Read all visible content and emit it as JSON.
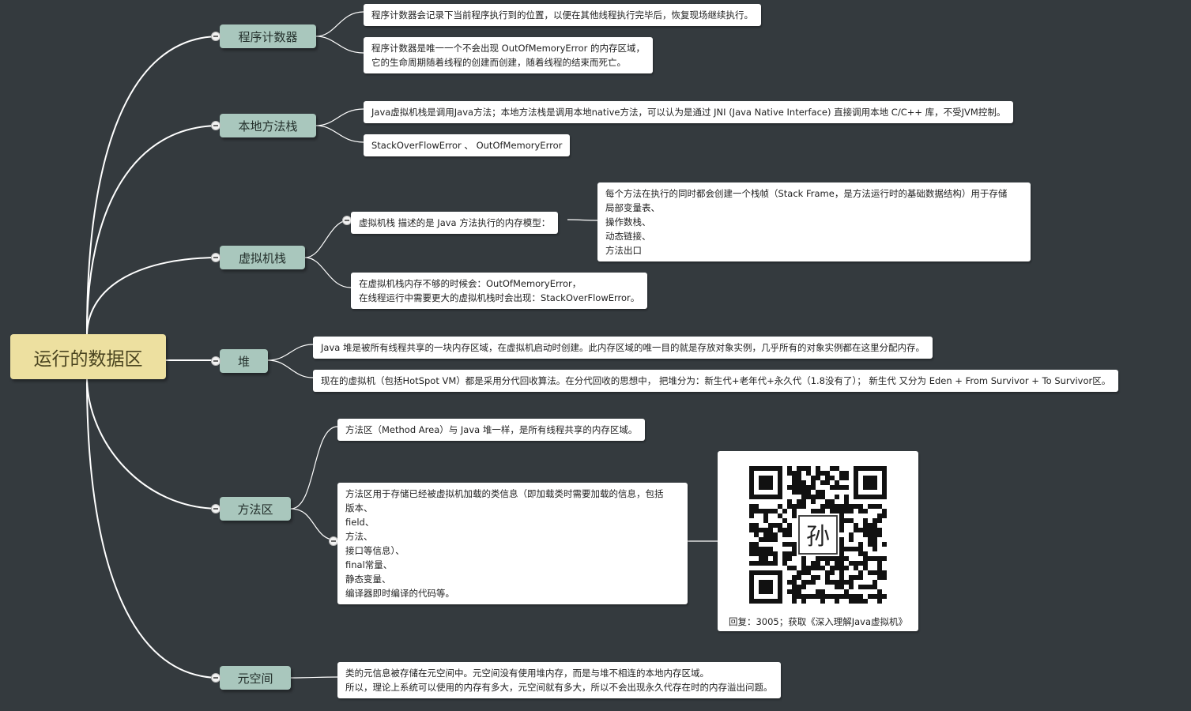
{
  "root": {
    "label": "运行的数据区"
  },
  "topics": {
    "pc": "程序计数器",
    "native": "本地方法栈",
    "vmstack": "虚拟机栈",
    "heap": "堆",
    "method": "方法区",
    "meta": "元空间"
  },
  "notes": {
    "pc_1": [
      "程序计数器会记录下当前程序执行到的位置，以便在其他线程执行完毕后，恢复现场继续执行。"
    ],
    "pc_2": [
      "程序计数器是唯一一个不会出现 OutOfMemoryError 的内存区域，",
      "它的生命周期随着线程的创建而创建，随着线程的结束而死亡。"
    ],
    "native_1": [
      "Java虚拟机栈是调用Java方法；本地方法栈是调用本地native方法，可以认为是通过 JNI (Java Native Interface) 直接调用本地 C/C++ 库，不受JVM控制。"
    ],
    "native_2": [
      " StackOverFlowError 、 OutOfMemoryError"
    ],
    "vm_1": [
      "虚拟机栈 描述的是 Java 方法执行的内存模型："
    ],
    "vm_1_child": [
      "每个方法在执行的同时都会创建一个栈帧（Stack Frame，是方法运行时的基础数据结构）用于存储",
      "局部变量表、",
      "操作数栈、",
      "动态链接、",
      "方法出口"
    ],
    "vm_2": [
      "在虚拟机栈内存不够的时候会：OutOfMemoryError，",
      "在线程运行中需要更大的虚拟机栈时会出现：StackOverFlowError。"
    ],
    "heap_1": [
      "Java 堆是被所有线程共享的一块内存区域，在虚拟机启动时创建。此内存区域的唯一目的就是存放对象实例，几乎所有的对象实例都在这里分配内存。"
    ],
    "heap_2": [
      "现在的虚拟机（包括HotSpot VM）都是采用分代回收算法。在分代回收的思想中， 把堆分为：新生代+老年代+永久代（1.8没有了）； 新生代 又分为 Eden + From Survivor + To Survivor区。"
    ],
    "method_1": [
      "方法区（Method Area）与 Java 堆一样，是所有线程共享的内存区域。"
    ],
    "method_2": [
      "方法区用于存储已经被虚拟机加载的类信息（即加载类时需要加载的信息，包括",
      "版本、",
      "field、",
      "方法、",
      "接口等信息）、",
      "final常量、",
      "静态变量、",
      "编译器即时编译的代码等。"
    ],
    "meta_1": [
      "类的元信息被存储在元空间中。元空间没有使用堆内存，而是与堆不相连的本地内存区域。",
      "所以，理论上系统可以使用的内存有多大，元空间就有多大，所以不会出现永久代存在时的内存溢出问题。"
    ]
  },
  "qr": {
    "caption": "回复：3005；获取《深入理解Java虚拟机》",
    "center_glyph": "孙"
  },
  "colors": {
    "background": "#343a3e",
    "root": "#ede0a0",
    "topic": "#a9c7bd",
    "line": "#ffffff"
  }
}
